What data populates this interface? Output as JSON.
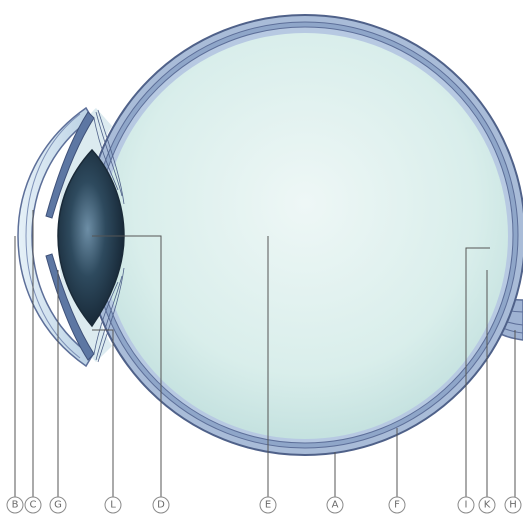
{
  "diagram": {
    "labels": [
      {
        "id": "B",
        "text": "B"
      },
      {
        "id": "C",
        "text": "C"
      },
      {
        "id": "G",
        "text": "G"
      },
      {
        "id": "L",
        "text": "L"
      },
      {
        "id": "D",
        "text": "D"
      },
      {
        "id": "E",
        "text": "E"
      },
      {
        "id": "A",
        "text": "A"
      },
      {
        "id": "F",
        "text": "F"
      },
      {
        "id": "I",
        "text": "I"
      },
      {
        "id": "K",
        "text": "K"
      },
      {
        "id": "H",
        "text": "H"
      }
    ],
    "colors": {
      "vitreous": "#d6ecea",
      "vitreous_center": "#eef7f6",
      "sclera": "#a9bcd8",
      "sclera_dark": "#5d6f99",
      "lens": "#1f3140",
      "cornea": "#c8dcec"
    }
  }
}
